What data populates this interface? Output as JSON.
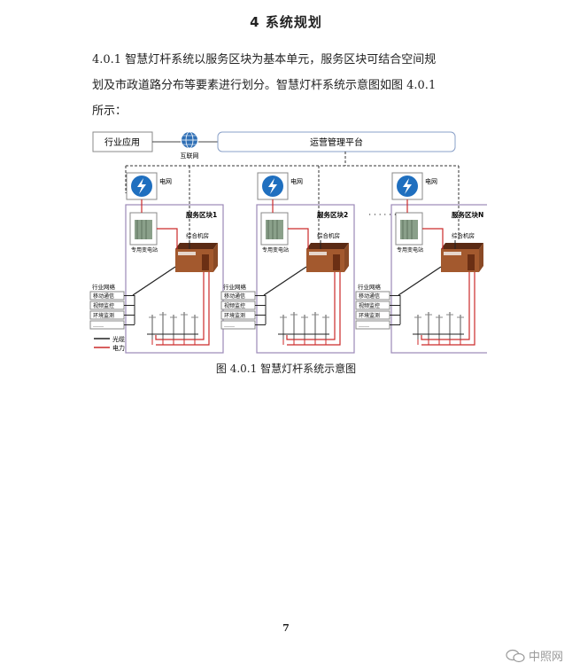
{
  "doc": {
    "heading": "4 系统规划",
    "para_line1": "4.0.1 智慧灯杆系统以服务区块为基本单元，服务区块可结合空间规",
    "para_line2": "划及市政道路分布等要素进行划分。智慧灯杆系统示意图如图 4.0.1",
    "para_line3": "所示：",
    "caption": "图 4.0.1 智慧灯杆系统示意图",
    "page_number": "7"
  },
  "diagram": {
    "industry_app": "行业应用",
    "internet": "互联网",
    "platform": "运营管理平台",
    "grid": "电网",
    "dots": "· · · · · ·",
    "blocks": [
      {
        "name": "服务区块1",
        "room": "综合机房",
        "substation": "专用变电站",
        "network": "行业网络",
        "services": [
          "移动通信",
          "视频监控",
          "环境监测",
          "……"
        ]
      },
      {
        "name": "服务区块2",
        "room": "综合机房",
        "substation": "专用变电站",
        "network": "行业网络",
        "services": [
          "移动通信",
          "视频监控",
          "环境监测",
          "……"
        ]
      },
      {
        "name": "服务区块N",
        "room": "综合机房",
        "substation": "专用变电站",
        "network": "行业网络",
        "services": [
          "移动通信",
          "视频监控",
          "环境监测",
          "……"
        ]
      }
    ],
    "legend": {
      "fiber": "光缆",
      "power": "电力"
    },
    "colors": {
      "fiber": "#222222",
      "power": "#cc2a2a",
      "grid_icon": "#1f6fbf",
      "room": "#7a3a1c"
    }
  },
  "watermark": {
    "text": "中照网",
    "icon": "wechat-icon"
  }
}
